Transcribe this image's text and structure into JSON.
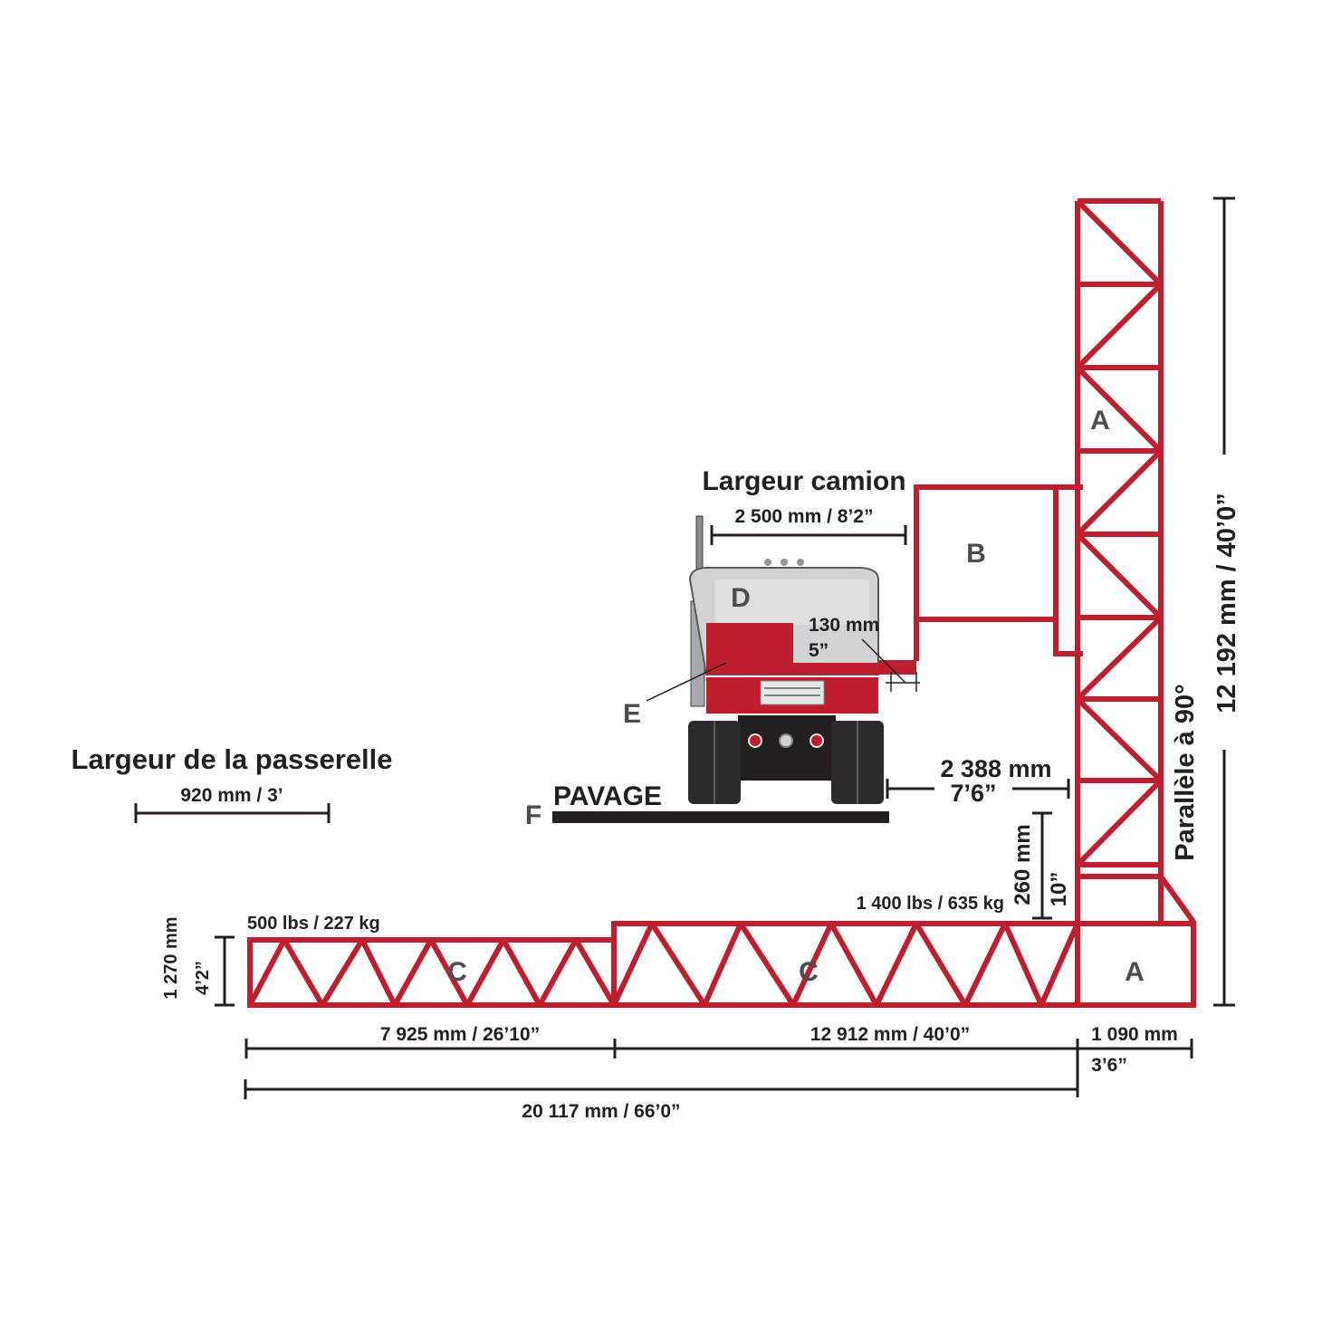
{
  "colors": {
    "truss": "#be1e2d",
    "text": "#231f20",
    "letters": "#4d4d4f",
    "pavement": "#231f20"
  },
  "labels": {
    "truck_width_title": "Largeur camion",
    "truck_width_value": "2 500 mm / 8’2”",
    "walkway_width_title": "Largeur de la passerelle",
    "walkway_width_value": "920 mm / 3’",
    "pavement": "PAVAGE",
    "gap_mm": "130 mm",
    "gap_in": "5”",
    "reach_mm": "2 388 mm",
    "reach_ft": "7’6”",
    "drop_mm": "260 mm",
    "drop_in": "10”",
    "load_far": "500 lbs / 227 kg",
    "load_near": "1 400 lbs / 635 kg",
    "depth_mm": "1 270 mm",
    "depth_ft": "4’2”",
    "seg1_len": "7 925 mm / 26’10”",
    "seg2_len": "12 912 mm / 40’0”",
    "base_len_mm": "1 090 mm",
    "base_len_ft": "3’6”",
    "total_len": "20 117 mm / 66’0”",
    "mast_height": "12 192 mm / 40’0”",
    "parallel": "Parallèle à 90°"
  },
  "parts": {
    "mast": "A",
    "base": "A",
    "platform": "B",
    "boom_far": "C",
    "boom_near": "C",
    "cab": "D",
    "frame": "E",
    "ground": "F"
  }
}
